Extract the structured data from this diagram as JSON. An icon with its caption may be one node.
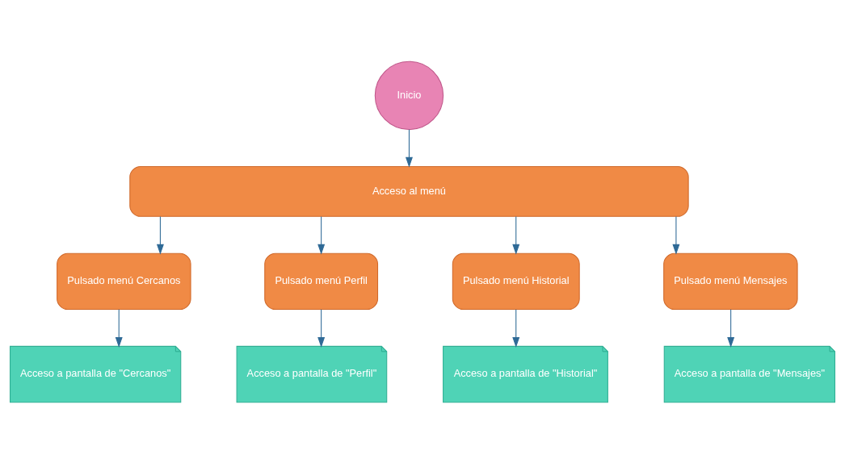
{
  "diagram": {
    "nodes": [
      {
        "text": [
          "Inicio"
        ]
      },
      {
        "text": [
          "Acceso al menú"
        ]
      },
      {
        "text": [
          "Pulsado menú Cercanos"
        ]
      },
      {
        "text": [
          "Pulsado menú Perfil"
        ]
      },
      {
        "text": [
          "Pulsado menú Historial"
        ]
      },
      {
        "text": [
          "Pulsado menú Mensajes"
        ]
      },
      {
        "text": [
          "Acceso a pantalla de \"Cercanos\""
        ]
      },
      {
        "text": [
          "Acceso a pantalla de \"Perfil\""
        ]
      },
      {
        "text": [
          "Acceso a pantalla de \"Historial\""
        ]
      },
      {
        "text": [
          "Acceso a pantalla de \"Mensajes\""
        ]
      }
    ],
    "edges": [
      {
        "from": 0,
        "to": 1,
        "arrow": "to"
      },
      {
        "from": 1,
        "to": 2,
        "arrow": "to"
      },
      {
        "from": 1,
        "to": 3,
        "arrow": "to"
      },
      {
        "from": 1,
        "to": 4,
        "arrow": "to"
      },
      {
        "from": 1,
        "to": 5,
        "arrow": "to"
      },
      {
        "from": 2,
        "to": 6,
        "arrow": "to"
      },
      {
        "from": 3,
        "to": 7,
        "arrow": "to"
      },
      {
        "from": 4,
        "to": 8,
        "arrow": "to"
      },
      {
        "from": 5,
        "to": 9,
        "arrow": "to"
      }
    ]
  }
}
